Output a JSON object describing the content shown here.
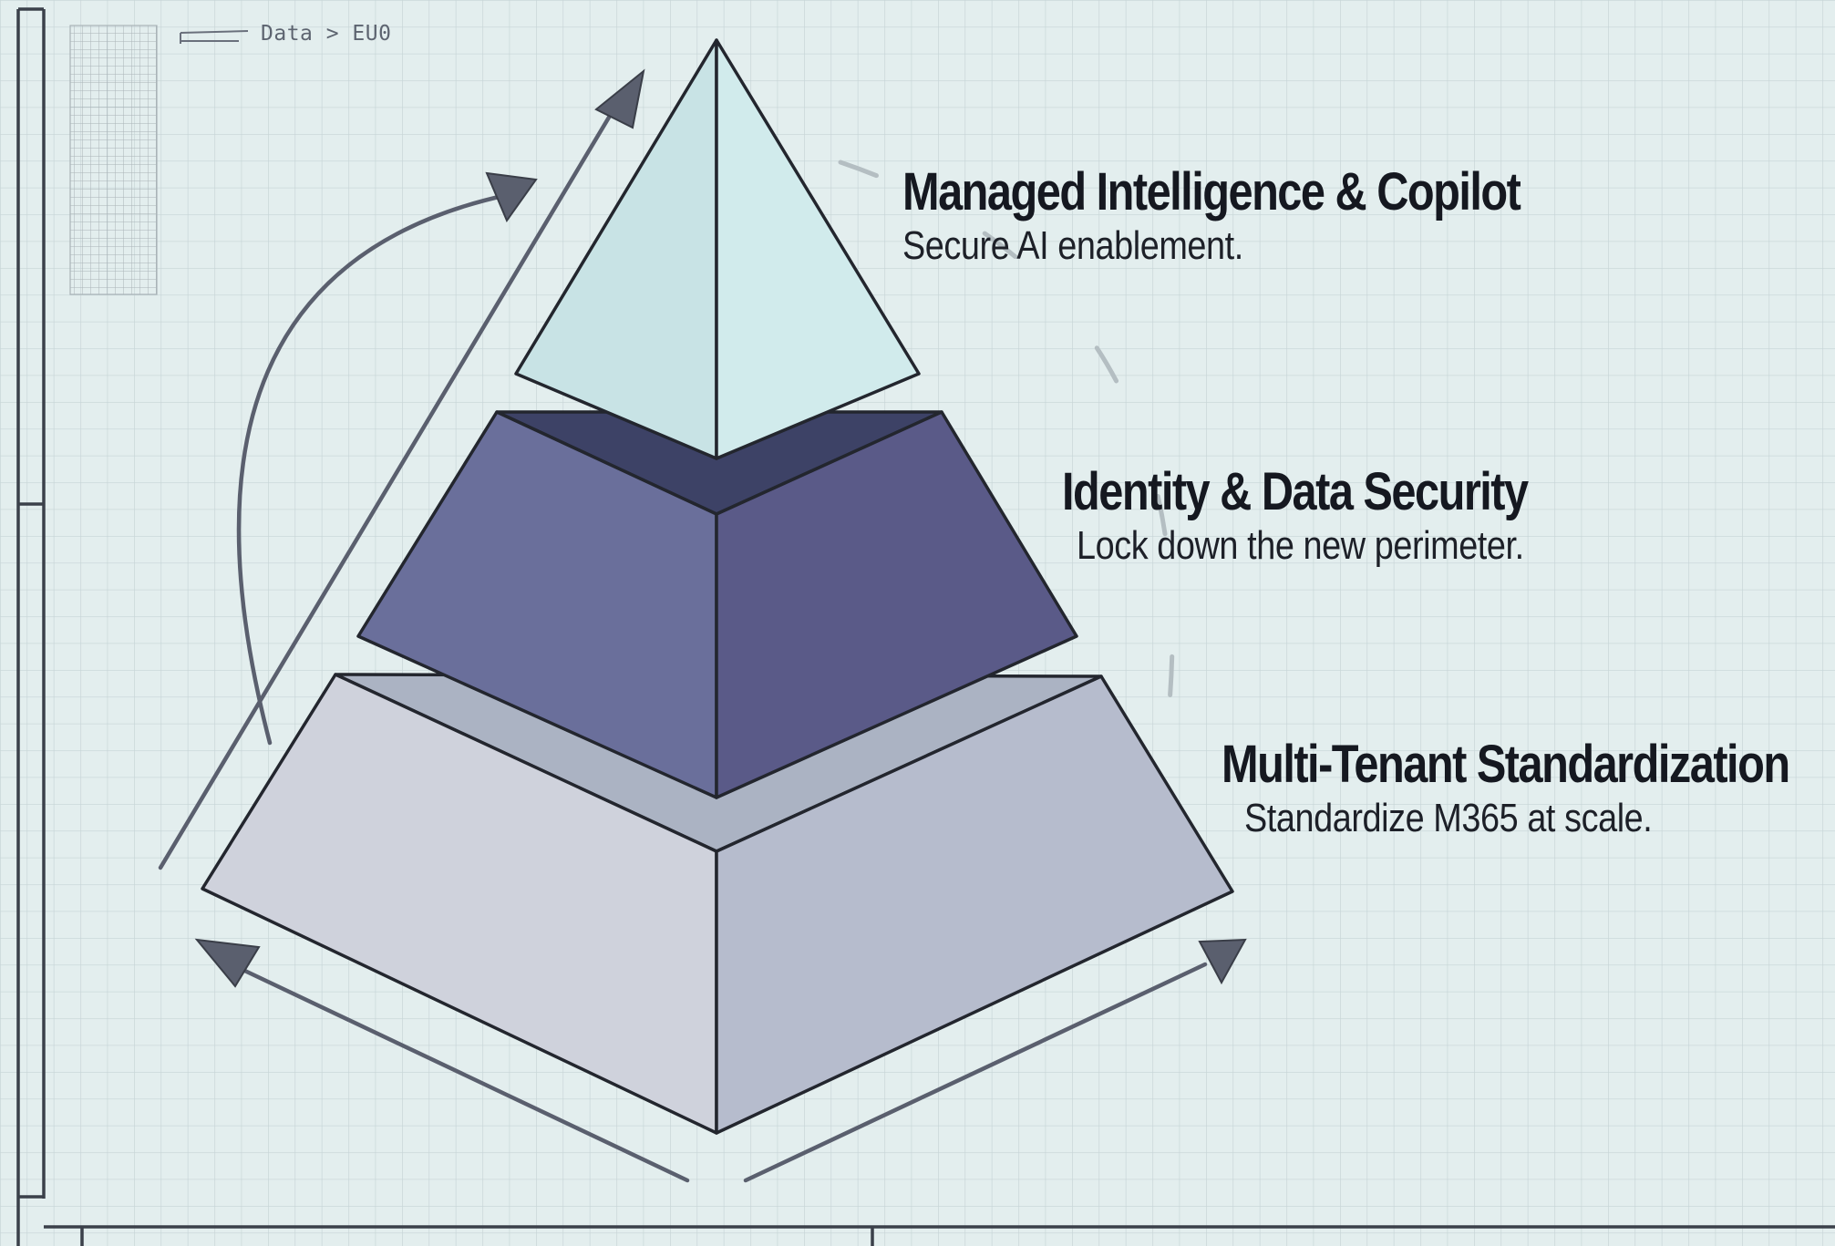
{
  "breadcrumb": "Data > EU0",
  "colors": {
    "background": "#e3eeee",
    "grid": "#c9d7d9",
    "top_layer": "#cde8e9",
    "middle_layer": "#5d5f8c",
    "bottom_layer": "#c2c6d4",
    "arrows": "#5a5f6e"
  },
  "layers": [
    {
      "id": "top",
      "title": "Managed Intelligence & Copilot",
      "subtitle": "Secure AI enablement."
    },
    {
      "id": "middle",
      "title": "Identity & Data Security",
      "subtitle": "Lock down the new perimeter."
    },
    {
      "id": "bottom",
      "title": "Multi-Tenant Standardization",
      "subtitle": "Standardize M365 at scale."
    }
  ]
}
